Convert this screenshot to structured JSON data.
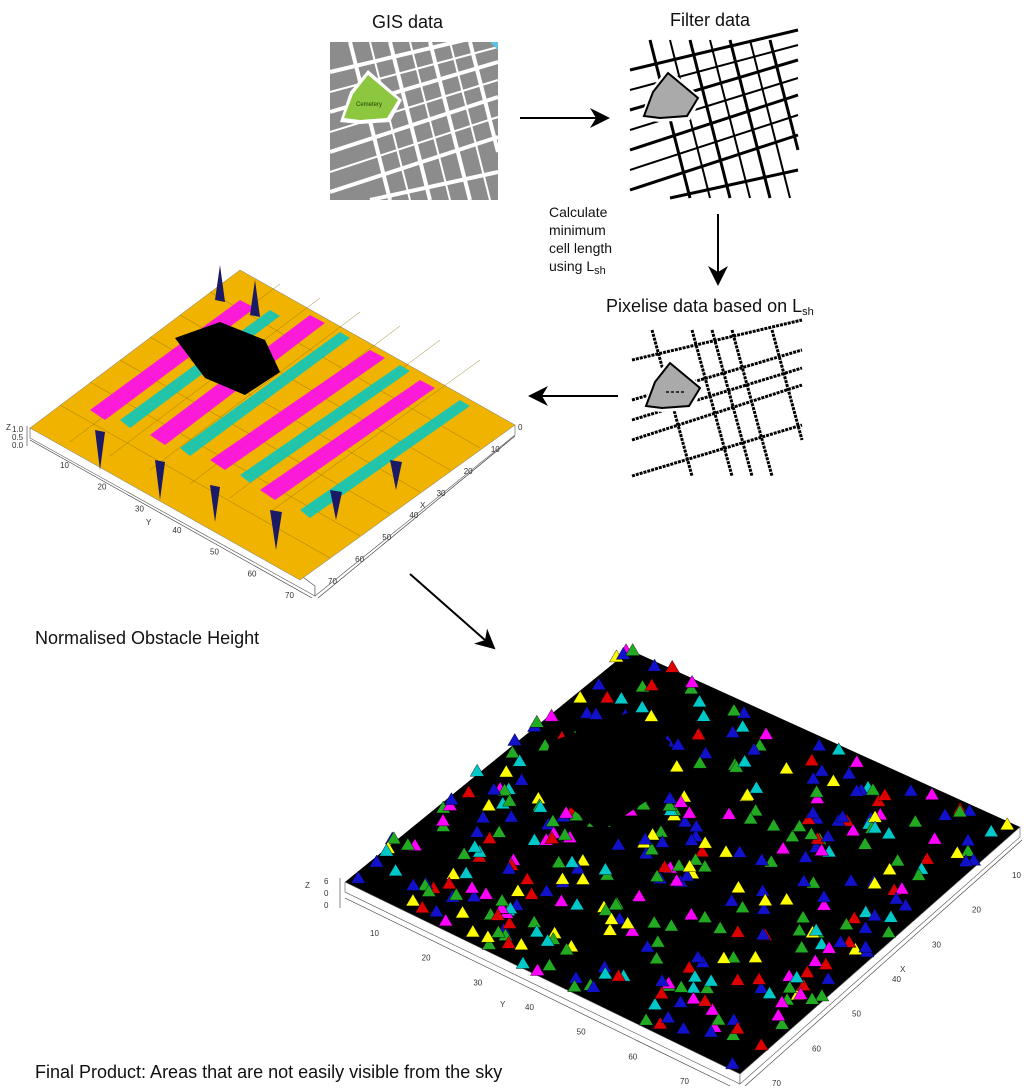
{
  "steps": {
    "gis_label": "GIS data",
    "filter_label": "Filter data",
    "calc_label": "Calculate\nminimum\ncell length\nusing L",
    "calc_sub": "sh",
    "pixelise_label": "Pixelise data based on L",
    "pixelise_sub": "sh",
    "cemetery_label": "Cemetery"
  },
  "captions": {
    "normalised": "Normalised Obstacle Height",
    "final": "Final Product: Areas that are not easily visible from the sky"
  },
  "plot1": {
    "z_label": "Z",
    "z_ticks": [
      "1.0",
      "0.5",
      "0.0"
    ],
    "y_label": "Y",
    "x_label": "X",
    "y_ticks": [
      "10",
      "20",
      "30",
      "40",
      "50",
      "60",
      "70"
    ],
    "x_ticks": [
      "0",
      "10",
      "20",
      "30",
      "40",
      "50",
      "60",
      "70"
    ]
  },
  "plot2": {
    "z_label": "Z",
    "z_ticks": [
      "6",
      "0",
      "0"
    ],
    "y_label": "Y",
    "x_label": "X",
    "y_ticks": [
      "10",
      "20",
      "30",
      "40",
      "50",
      "60",
      "70"
    ],
    "x_ticks": [
      "10",
      "20",
      "30",
      "40",
      "50",
      "60",
      "70"
    ]
  },
  "colors": {
    "map_bg": "#8c8c8c",
    "cemetery": "#8dc63f",
    "orange": "#f0b400",
    "magenta": "#ff00ff",
    "cyan": "#00c8c8",
    "navy": "#1a1a66",
    "green": "#22aa22",
    "blue": "#1111cc",
    "yellow": "#ffff00",
    "red": "#dd0000"
  }
}
